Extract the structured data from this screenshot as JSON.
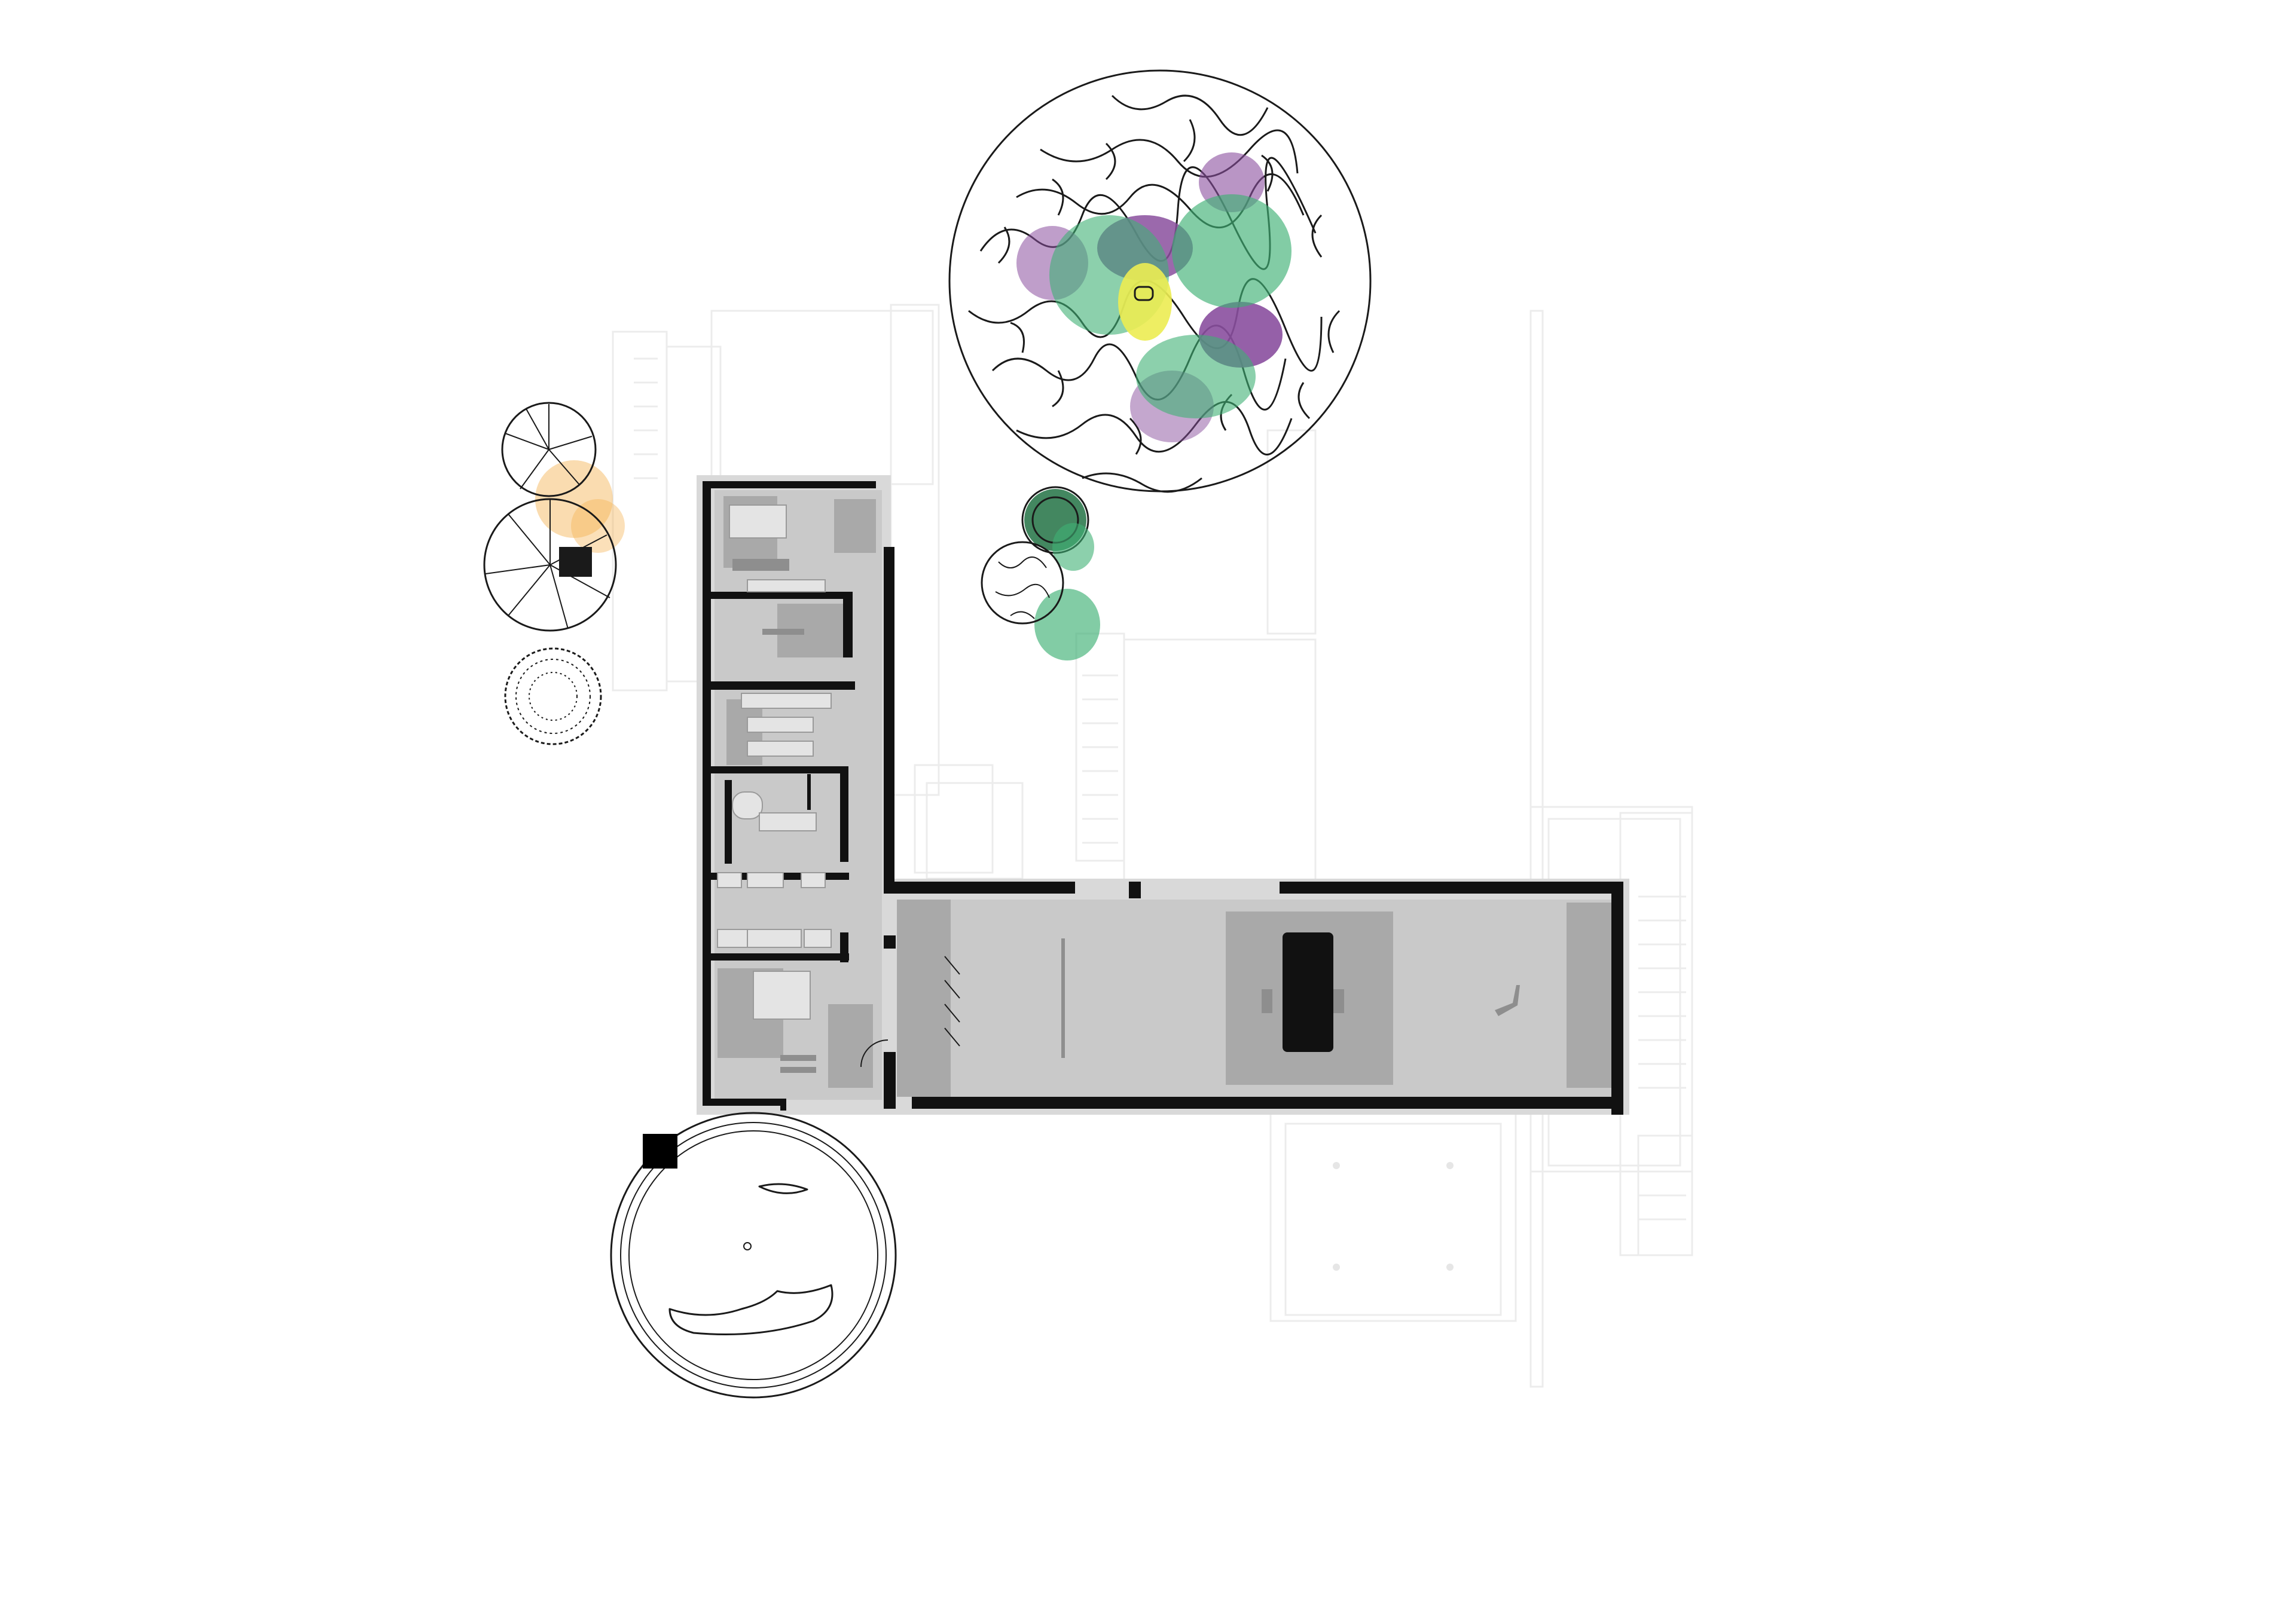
{
  "palette": {
    "background": "#ffffff",
    "context_lines": "#ececec",
    "building_halo": "#d9d9d9",
    "room_fill": "#c9c9c9",
    "wall": "#111111",
    "furniture": "#8e8e8e",
    "foliage_green": "#3fb074",
    "foliage_purple": "#8a4f9e",
    "foliage_yellow": "#ecec52",
    "foliage_orange": "#f5b24f"
  },
  "elements": {
    "building": "l-shaped-house-plan",
    "trees": [
      "large-canopy-tree",
      "small-dark-green-tree",
      "small-hatched-tree",
      "radial-tree-upper",
      "radial-tree-lower",
      "spiky-shrub",
      "ring-tree"
    ],
    "icons": [
      "black-square-marker"
    ]
  }
}
